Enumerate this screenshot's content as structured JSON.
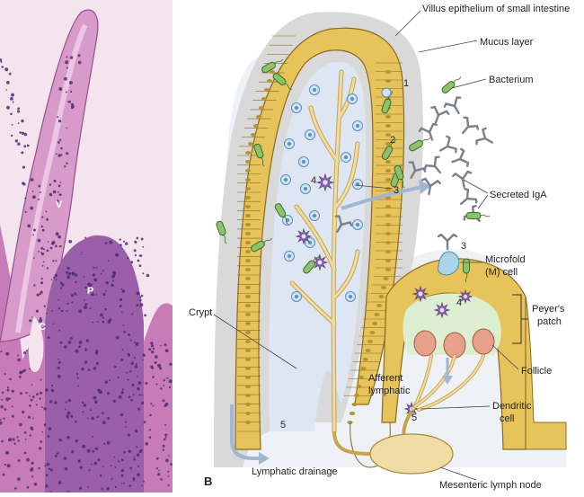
{
  "panel_a": {
    "letters": {
      "villus": "V",
      "peyers": "P",
      "crypt": "C"
    }
  },
  "panel_b": {
    "panel_letter": "B",
    "labels": {
      "villus_epithelium": "Villus epithelium of small intestine",
      "mucus_layer": "Mucus layer",
      "bacterium": "Bacterium",
      "secreted_iga": "Secreted IgA",
      "microfold_line1": "Microfold",
      "microfold_line2": "(M) cell",
      "peyers_line1": "Peyer's",
      "peyers_line2": "patch",
      "follicle": "Follicle",
      "crypt": "Crypt",
      "afferent_line1": "Afferent",
      "afferent_line2": "lymphatic",
      "dendritic_line1": "Dendritic",
      "dendritic_line2": "cell",
      "lymphatic_drainage": "Lymphatic drainage",
      "mesenteric": "Mesenteric lymph node"
    },
    "step_numbers": {
      "n1": "1",
      "n2": "2",
      "n3a": "3",
      "n4a": "4",
      "n3b": "3",
      "n4b": "4",
      "n5a": "5",
      "n5b": "5"
    }
  },
  "colors": {
    "histo_bg": "#e9c6dd",
    "histo_tissue": "#c77cb7",
    "histo_nuclei": "#4b2e72",
    "mucus": "#d9d9d9",
    "epithelium": "#e7c35b",
    "epithelium_border": "#8a6b1e",
    "lamina": "#dde6f2",
    "lymph": "#f0dca4",
    "peyers": "#dcefd0",
    "follicle": "#e6a08c",
    "bacterium": "#8cc26b",
    "iga": "#7a7f8c",
    "dendritic": "#8d6bb0",
    "arrow": "#9fb8cf",
    "mcell": "#a9d4ea"
  }
}
